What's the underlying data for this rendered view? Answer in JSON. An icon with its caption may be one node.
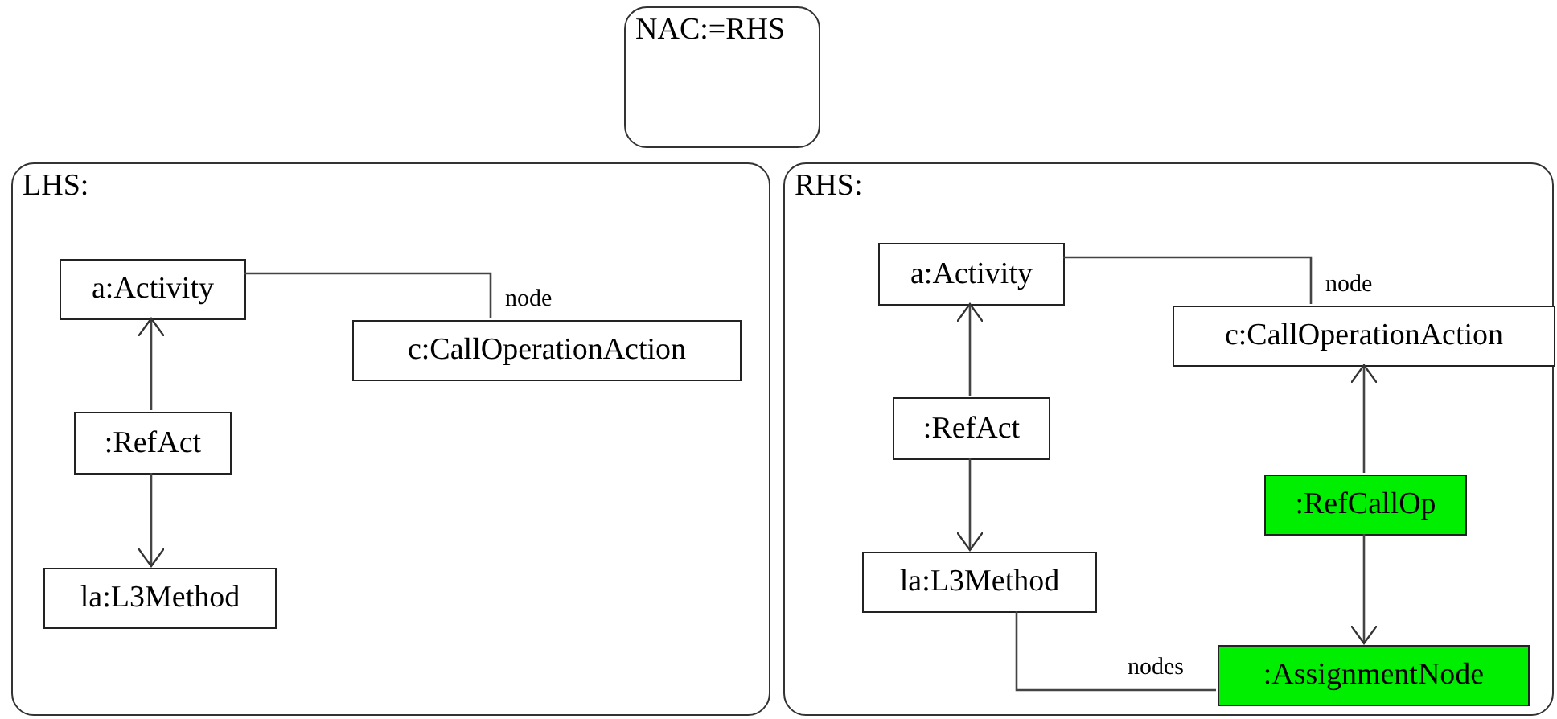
{
  "diagram": {
    "nodes": [
      {
        "text": [
          "NAC:=RHS"
        ]
      },
      {
        "text": [
          "LHS:"
        ]
      },
      {
        "text": [
          "a:Activity"
        ],
        "in": 1
      },
      {
        "text": [
          "c:CallOperationAction"
        ],
        "in": 1
      },
      {
        "text": [
          ":RefAct"
        ],
        "in": 1
      },
      {
        "text": [
          "la:L3Method"
        ],
        "in": 1
      },
      {
        "text": [
          "RHS:"
        ]
      },
      {
        "text": [
          "a:Activity"
        ],
        "in": 6
      },
      {
        "text": [
          "c:CallOperationAction"
        ],
        "in": 6
      },
      {
        "text": [
          ":RefAct"
        ],
        "in": 6
      },
      {
        "text": [
          "la:L3Method"
        ],
        "in": 6
      },
      {
        "text": [
          ":RefCallOp"
        ],
        "in": 6
      },
      {
        "text": [
          ":AssignmentNode"
        ],
        "in": 6
      }
    ],
    "edges": [
      {
        "from": 2,
        "to": 3,
        "arrow": "none",
        "label": "node"
      },
      {
        "from": 4,
        "to": 2,
        "arrow": "to"
      },
      {
        "from": 4,
        "to": 5,
        "arrow": "to"
      },
      {
        "from": 7,
        "to": 8,
        "arrow": "none",
        "label": "node"
      },
      {
        "from": 9,
        "to": 7,
        "arrow": "to"
      },
      {
        "from": 9,
        "to": 10,
        "arrow": "to"
      },
      {
        "from": 11,
        "to": 8,
        "arrow": "to"
      },
      {
        "from": 11,
        "to": 12,
        "arrow": "to"
      },
      {
        "from": 10,
        "to": 12,
        "arrow": "none",
        "label": "nodes"
      }
    ]
  }
}
